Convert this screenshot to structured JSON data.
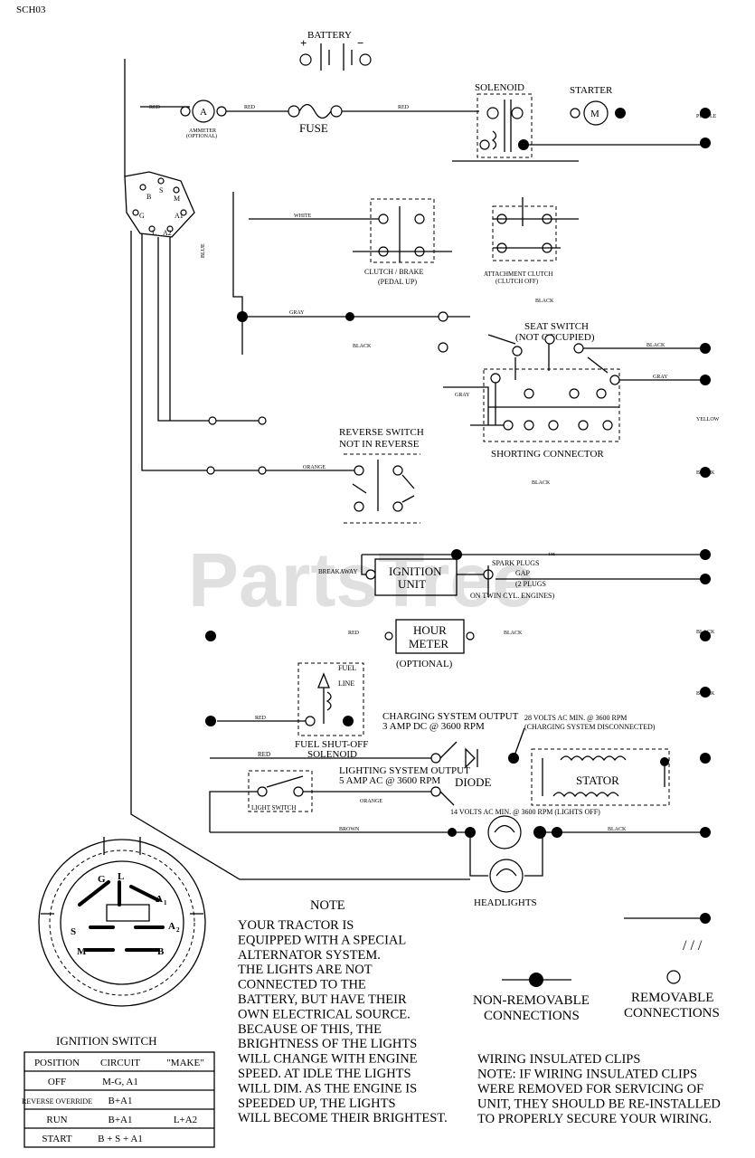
{
  "header": {
    "code": "SCH03"
  },
  "watermark": "PartsTree",
  "watermark_tm": "™",
  "components": {
    "battery": "BATTERY",
    "battery_plus": "+",
    "battery_minus": "−",
    "ammeter_letter": "A",
    "ammeter_label": "AMMETER",
    "ammeter_optional": "(OPTIONAL)",
    "fuse": "FUSE",
    "solenoid": "SOLENOID",
    "starter": "STARTER",
    "starter_letter": "M",
    "clutch_brake": "CLUTCH / BRAKE",
    "clutch_brake_sub": "(PEDAL UP)",
    "attachment_clutch": "ATTACHMENT CLUTCH",
    "attachment_clutch_sub": "(CLUTCH OFF)",
    "seat_switch": "SEAT SWITCH",
    "seat_switch_sub": "(NOT OCCUPIED)",
    "shorting_connector": "SHORTING CONNECTOR",
    "reverse_switch": "REVERSE SWITCH",
    "reverse_switch_sub": "NOT IN REVERSE",
    "ignition_unit_1": "IGNITION",
    "ignition_unit_2": "UNIT",
    "spark_plugs_1": "SPARK PLUGS",
    "spark_plugs_2": "GAP",
    "spark_plugs_3": "(2 PLUGS",
    "spark_plugs_4": "ON TWIN CYL. ENGINES)",
    "hour_meter_1": "HOUR",
    "hour_meter_2": "METER",
    "hour_meter_opt": "(OPTIONAL)",
    "fuel_line_1": "FUEL",
    "fuel_line_2": "LINE",
    "fuel_solenoid_1": "FUEL SHUT-OFF",
    "fuel_solenoid_2": "SOLENOID",
    "charging_output_1": "CHARGING SYSTEM OUTPUT",
    "charging_output_2": "3 AMP DC @ 3600 RPM",
    "volts28_1": "28 VOLTS AC MIN. @ 3600 RPM",
    "volts28_2": "(CHARGING SYSTEM DISCONNECTED)",
    "lighting_output_1": "LIGHTING SYSTEM OUTPUT",
    "lighting_output_2": "5 AMP AC @ 3600 RPM",
    "diode": "DIODE",
    "stator": "STATOR",
    "light_switch": "LIGHT SWITCH",
    "volts14": "14 VOLTS AC MIN. @ 3600 RPM (LIGHTS OFF)",
    "headlights": "HEADLIGHTS",
    "ignition_switch": "IGNITION SWITCH"
  },
  "terminals": {
    "b": "B",
    "s": "S",
    "m": "M",
    "g": "G",
    "a1": "A1",
    "l": "L",
    "a2": "A2"
  },
  "switch_face": {
    "g": "G",
    "l": "L",
    "a1": "A",
    "a1_sub": "1",
    "a2": "A",
    "a2_sub": "2",
    "s": "S",
    "m": "M",
    "b": "B"
  },
  "wires": {
    "red_1": "RED",
    "red_2": "RED",
    "red_3": "RED",
    "white": "WHITE",
    "blue": "BLUE",
    "black_1": "BLACK",
    "black_2": "BLACK",
    "black_3": "BLACK",
    "black_4": "BLACK",
    "black_5": "BLACK",
    "black_6": "BLACK",
    "black_7": "BLACK",
    "black_8": "BLACK",
    "black_9": "BLACK",
    "gray_1": "GRAY",
    "gray_2": "GRAY",
    "orange": "ORANGE",
    "orange_2": "ORANGE",
    "purple": "PURPLE",
    "yellow": "YELLOW",
    "brown": "BROWN",
    "breakaway": "BREAKAWAY"
  },
  "note": {
    "title": "NOTE",
    "lines": [
      "YOUR TRACTOR IS",
      "EQUIPPED WITH A SPECIAL",
      "ALTERNATOR SYSTEM.",
      "THE LIGHTS ARE NOT",
      "CONNECTED TO THE",
      "BATTERY, BUT HAVE THEIR",
      "OWN ELECTRICAL SOURCE.",
      "BECAUSE OF THIS, THE",
      "BRIGHTNESS OF THE LIGHTS",
      "WILL CHANGE WITH ENGINE",
      "SPEED.  AT IDLE THE LIGHTS",
      "WILL DIM.  AS THE ENGINE IS",
      "SPEEDED UP, THE LIGHTS",
      "WILL BECOME THEIR BRIGHTEST."
    ]
  },
  "legend": {
    "non_removable_1": "NON-REMOVABLE",
    "non_removable_2": "CONNECTIONS",
    "removable_1": "REMOVABLE",
    "removable_2": "CONNECTIONS",
    "clips_symbol": "/ / /"
  },
  "clips_note": [
    "WIRING INSULATED CLIPS",
    "NOTE: IF WIRING INSULATED CLIPS",
    "WERE REMOVED FOR SERVICING OF",
    "UNIT, THEY SHOULD BE RE-INSTALLED",
    "TO PROPERLY SECURE YOUR WIRING."
  ],
  "table": {
    "headers": [
      "POSITION",
      "CIRCUIT",
      "\"MAKE\""
    ],
    "rows": [
      [
        "OFF",
        "M-G, A1",
        ""
      ],
      [
        "REVERSE OVERRIDE",
        "B+A1",
        ""
      ],
      [
        "RUN",
        "B+A1",
        "L+A2"
      ],
      [
        "START",
        "B + S + A1",
        ""
      ]
    ]
  }
}
